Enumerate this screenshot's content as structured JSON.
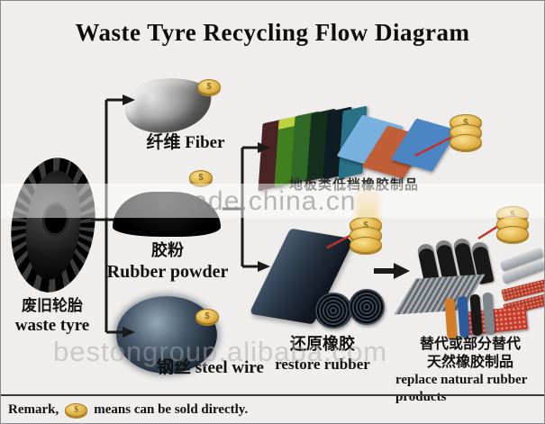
{
  "title": "Waste Tyre Recycling Flow Diagram",
  "nodes": {
    "waste_tyre": {
      "cn": "废旧轮胎",
      "en": "waste tyre"
    },
    "fiber": {
      "label": "纤维 Fiber"
    },
    "rubber_powder": {
      "cn": "胶粉",
      "en": "Rubber powder"
    },
    "steel_wire": {
      "label": "钢丝 steel wire"
    },
    "floor_rubber_products": {
      "cn": "地板类低档橡胶制品"
    },
    "restore_rubber": {
      "cn": "还原橡胶",
      "en": "restore rubber"
    },
    "replace_natural_rubber": {
      "cn_line1": "替代或部分替代",
      "cn_line2": "天然橡胶制品",
      "en_line1": "replace natural rubber",
      "en_line2": "products"
    }
  },
  "coin": {
    "symbol": "$"
  },
  "remark": {
    "prefix": "Remark,",
    "suffix": "means can be sold directly."
  },
  "watermarks": {
    "middle": "trade.china.cn",
    "bottom": "bestongroup.alibaba.com"
  },
  "colors": {
    "background": "#efeeec",
    "coin_gold": "#e2b54b",
    "pointer_red": "#c2312b",
    "line_black": "#1a1a1a",
    "tile_palette": [
      "#4a2424",
      "#bcd23e",
      "#41801f",
      "#2f6b26",
      "#14301c",
      "#0f1d22",
      "#2a7086",
      "#79b1de",
      "#c05f38",
      "#4b85c4"
    ]
  }
}
